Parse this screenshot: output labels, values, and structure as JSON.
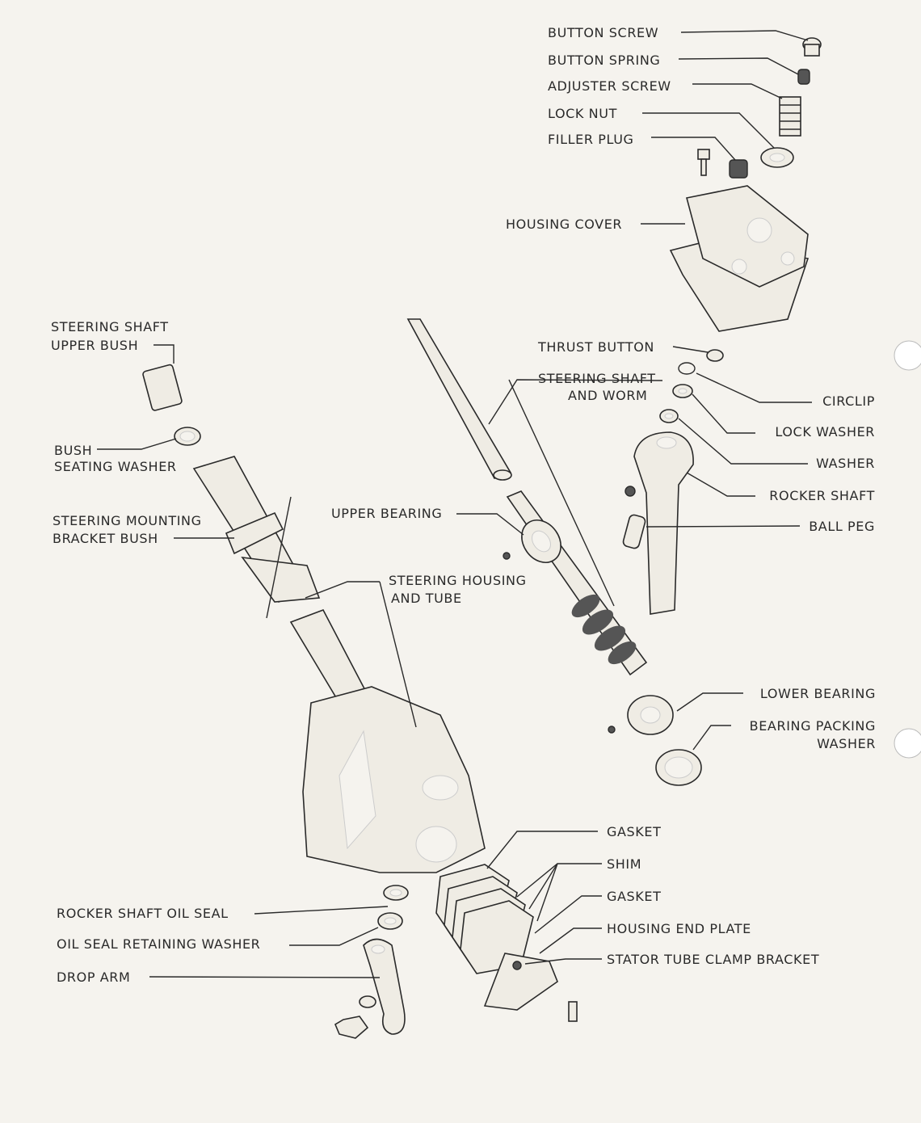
{
  "diagram": {
    "type": "exploded-view",
    "labels": {
      "button_screw": "BUTTON SCREW",
      "button_spring": "BUTTON SPRING",
      "adjuster_screw": "ADJUSTER SCREW",
      "lock_nut": "LOCK NUT",
      "filler_plug": "FILLER PLUG",
      "housing_cover": "HOUSING COVER",
      "steering_shaft_upper_bush_1": "STEERING SHAFT",
      "steering_shaft_upper_bush_2": "UPPER BUSH",
      "thrust_button": "THRUST BUTTON",
      "steering_shaft_worm_1": "STEERING SHAFT",
      "steering_shaft_worm_2": "AND WORM",
      "circlip": "CIRCLIP",
      "lock_washer": "LOCK WASHER",
      "washer": "WASHER",
      "rocker_shaft": "ROCKER SHAFT",
      "ball_peg": "BALL PEG",
      "bush_seating_washer_1": "BUSH",
      "bush_seating_washer_2": "SEATING WASHER",
      "mounting_bracket_bush_1": "STEERING MOUNTING",
      "mounting_bracket_bush_2": "BRACKET BUSH",
      "upper_bearing": "UPPER BEARING",
      "housing_tube_1": "STEERING HOUSING",
      "housing_tube_2": "AND TUBE",
      "lower_bearing": "LOWER BEARING",
      "bearing_packing_washer_1": "BEARING PACKING",
      "bearing_packing_washer_2": "WASHER",
      "gasket_1": "GASKET",
      "shim": "SHIM",
      "gasket_2": "GASKET",
      "housing_end_plate": "HOUSING END PLATE",
      "stator_clamp": "STATOR TUBE CLAMP BRACKET",
      "rocker_oil_seal": "ROCKER SHAFT OIL SEAL",
      "oil_seal_retaining_washer": "OIL SEAL RETAINING WASHER",
      "drop_arm": "DROP ARM"
    }
  }
}
